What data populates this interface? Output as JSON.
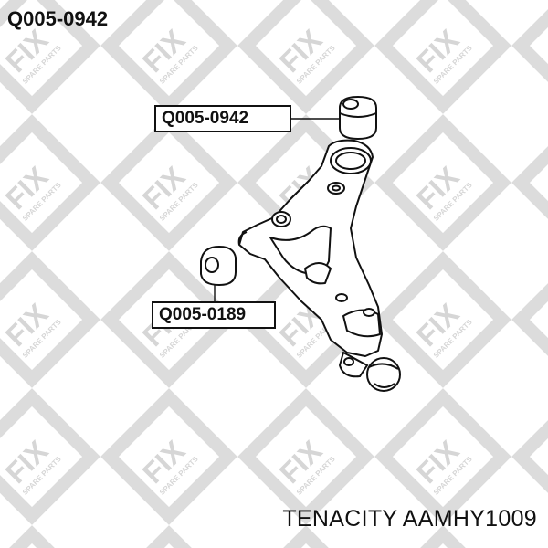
{
  "title": "Q005-0942",
  "parts": [
    {
      "code": "Q005-0942"
    },
    {
      "code": "Q005-0189"
    }
  ],
  "watermark": {
    "logo": "FIX",
    "tagline": "SPARE PARTS",
    "color": "#d9d9d9"
  },
  "footer": "TENACITY AAMHY1009"
}
